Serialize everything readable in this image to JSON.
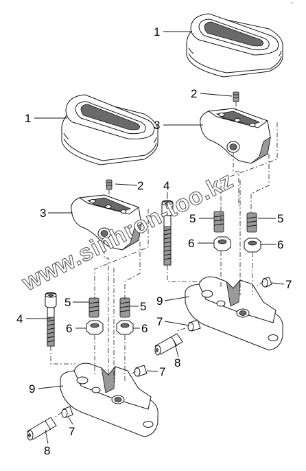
{
  "corner_mark": "ᵒᵖ",
  "watermark": "www.sinhron-too.kz",
  "callouts": [
    {
      "id": "c1a",
      "text": "1"
    },
    {
      "id": "c1b",
      "text": "1"
    },
    {
      "id": "c2a",
      "text": "2"
    },
    {
      "id": "c2b",
      "text": "2"
    },
    {
      "id": "c3a",
      "text": "3"
    },
    {
      "id": "c3b",
      "text": "3"
    },
    {
      "id": "c4a",
      "text": "4"
    },
    {
      "id": "c4b",
      "text": "4"
    },
    {
      "id": "c5a",
      "text": "5"
    },
    {
      "id": "c5b",
      "text": "5"
    },
    {
      "id": "c5c",
      "text": "5"
    },
    {
      "id": "c5d",
      "text": "5"
    },
    {
      "id": "c6a",
      "text": "6"
    },
    {
      "id": "c6b",
      "text": "6"
    },
    {
      "id": "c6c",
      "text": "6"
    },
    {
      "id": "c6d",
      "text": "6"
    },
    {
      "id": "c7a",
      "text": "7"
    },
    {
      "id": "c7b",
      "text": "7"
    },
    {
      "id": "c7c",
      "text": "7"
    },
    {
      "id": "c7d",
      "text": "7"
    },
    {
      "id": "c8a",
      "text": "8"
    },
    {
      "id": "c8b",
      "text": "8"
    },
    {
      "id": "c9a",
      "text": "9"
    },
    {
      "id": "c9b",
      "text": "9"
    }
  ]
}
